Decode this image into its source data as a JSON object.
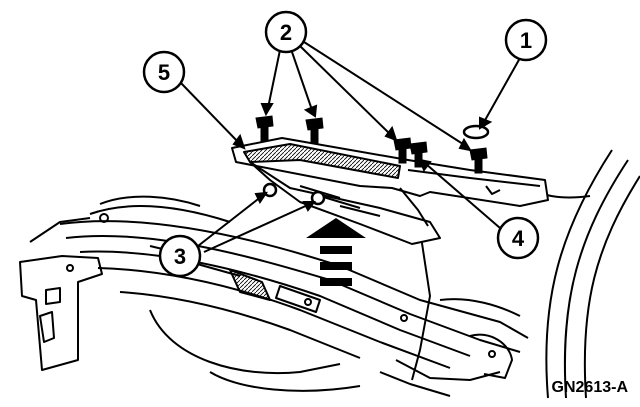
{
  "callouts": [
    {
      "id": "1",
      "label": "1"
    },
    {
      "id": "2",
      "label": "2"
    },
    {
      "id": "3",
      "label": "3"
    },
    {
      "id": "4",
      "label": "4"
    },
    {
      "id": "5",
      "label": "5"
    }
  ],
  "figure_code": "GN2613-A",
  "colors": {
    "ink": "#000000",
    "paper": "#ffffff"
  }
}
